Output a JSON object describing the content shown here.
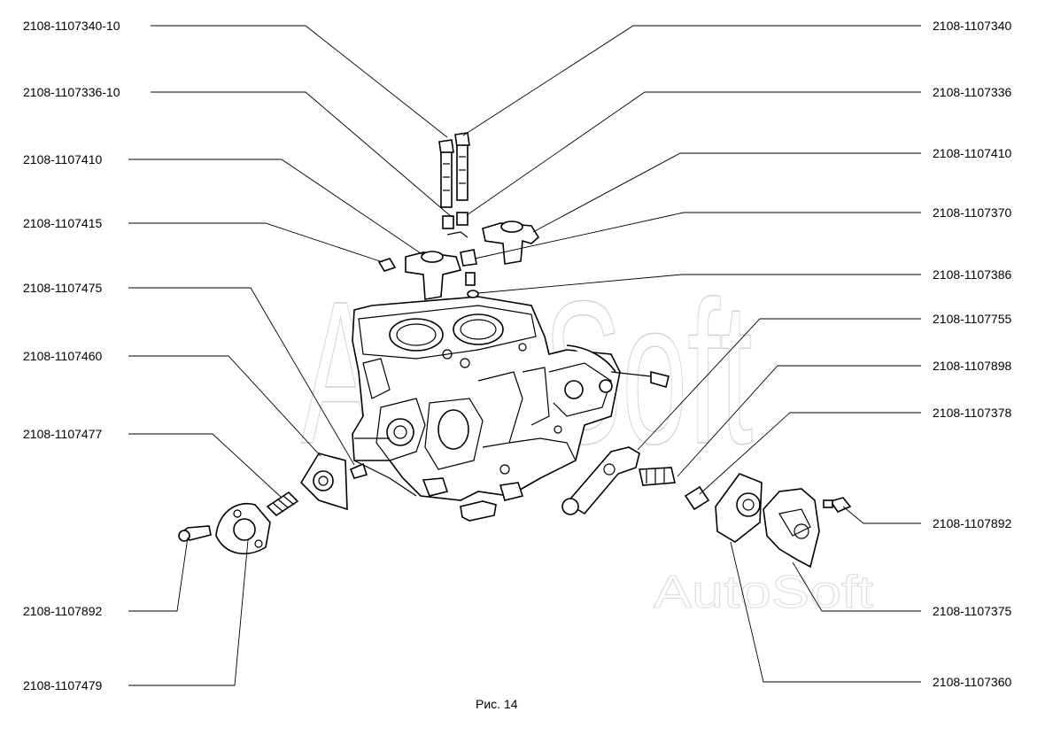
{
  "labels": {
    "l1": "2108-1107340-10",
    "l2": "2108-1107336-10",
    "l3": "2108-1107410",
    "l4": "2108-1107415",
    "l5": "2108-1107475",
    "l6": "2108-1107460",
    "l7": "2108-1107477",
    "l8": "2108-1107892",
    "l9": "2108-1107479",
    "r1": "2108-1107340",
    "r2": "2108-1107336",
    "r3": "2108-1107410",
    "r4": "2108-1107370",
    "r5": "2108-1107386",
    "r6": "2108-1107755",
    "r7": "2108-1107898",
    "r8": "2108-1107378",
    "r9": "2108-1107892",
    "r10": "2108-1107375",
    "r11": "2108-1107360"
  },
  "caption": "Рис. 14",
  "watermark": {
    "large": "AutoSoft",
    "small": "AutoSoft"
  },
  "colors": {
    "line": "#000000",
    "background": "#ffffff",
    "watermark": "#c8c8c8"
  }
}
